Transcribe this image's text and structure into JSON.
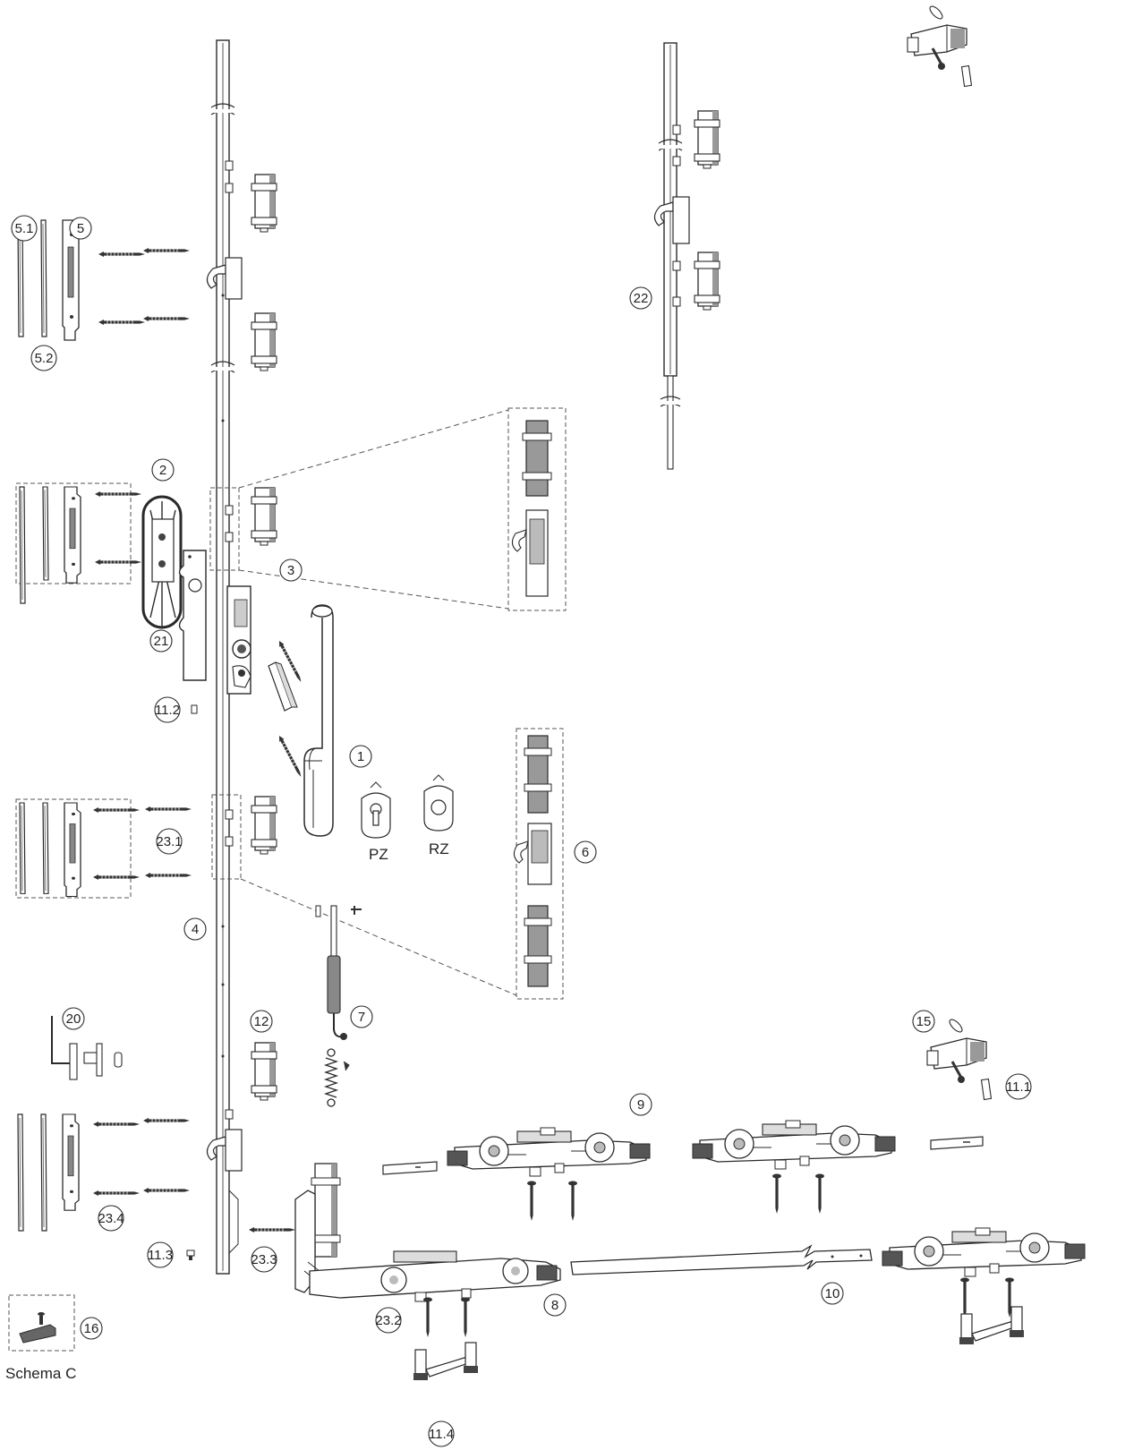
{
  "callouts": [
    {
      "id": "5.1",
      "label": "5.1"
    },
    {
      "id": "5",
      "label": "5"
    },
    {
      "id": "5.2",
      "label": "5.2"
    },
    {
      "id": "2",
      "label": "2"
    },
    {
      "id": "3",
      "label": "3"
    },
    {
      "id": "21",
      "label": "21"
    },
    {
      "id": "11.2",
      "label": "11.2"
    },
    {
      "id": "1",
      "label": "1"
    },
    {
      "id": "23.1",
      "label": "23.1"
    },
    {
      "id": "4",
      "label": "4"
    },
    {
      "id": "6",
      "label": "6"
    },
    {
      "id": "7",
      "label": "7"
    },
    {
      "id": "20",
      "label": "20"
    },
    {
      "id": "12",
      "label": "12"
    },
    {
      "id": "15",
      "label": "15"
    },
    {
      "id": "11.1",
      "label": "11.1"
    },
    {
      "id": "9",
      "label": "9"
    },
    {
      "id": "23.4",
      "label": "23.4"
    },
    {
      "id": "11.3",
      "label": "11.3"
    },
    {
      "id": "23.3",
      "label": "23.3"
    },
    {
      "id": "23.2",
      "label": "23.2"
    },
    {
      "id": "8",
      "label": "8"
    },
    {
      "id": "10",
      "label": "10"
    },
    {
      "id": "16",
      "label": "16"
    },
    {
      "id": "11.4",
      "label": "11.4"
    },
    {
      "id": "22",
      "label": "22"
    }
  ],
  "labels": {
    "pz": "PZ",
    "rz": "RZ",
    "schema": "Schema C"
  },
  "colors": {
    "line": "#2a2a2a",
    "fill": "#ffffff",
    "shade": "#8c8c8c",
    "dark": "#444444"
  }
}
